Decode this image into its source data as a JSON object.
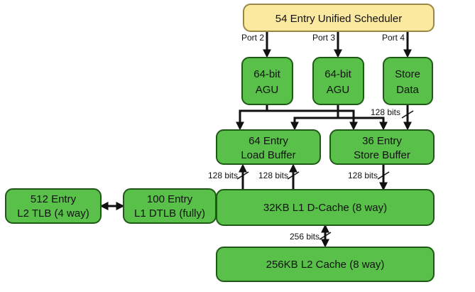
{
  "colors": {
    "box_fill": "#59c14a",
    "box_stroke": "#1e5a15",
    "scheduler_fill": "#fbe9a0",
    "scheduler_stroke": "#9a8745",
    "wire": "#111111",
    "text": "#111111"
  },
  "boxes": {
    "scheduler": "54 Entry Unified Scheduler",
    "agu1": [
      "64-bit",
      "AGU"
    ],
    "agu2": [
      "64-bit",
      "AGU"
    ],
    "store_data": [
      "Store",
      "Data"
    ],
    "load_buffer": [
      "64 Entry",
      "Load Buffer"
    ],
    "store_buffer": [
      "36 Entry",
      "Store Buffer"
    ],
    "l2_tlb": [
      "512 Entry",
      "L2 TLB (4 way)"
    ],
    "l1_dtlb": [
      "100 Entry",
      "L1 DTLB (fully)"
    ],
    "l1_dcache": "32KB L1 D-Cache (8 way)",
    "l2_cache": "256KB L2 Cache (8 way)"
  },
  "ports": [
    "Port 2",
    "Port 3",
    "Port 4"
  ],
  "bus_labels": {
    "store_data_bus": "128 bits",
    "dcache_to_load_left": "128 bits",
    "dcache_to_load_right": "128 bits",
    "store_buffer_to_dcache": "128 bits",
    "dcache_to_l2": "256 bits"
  }
}
